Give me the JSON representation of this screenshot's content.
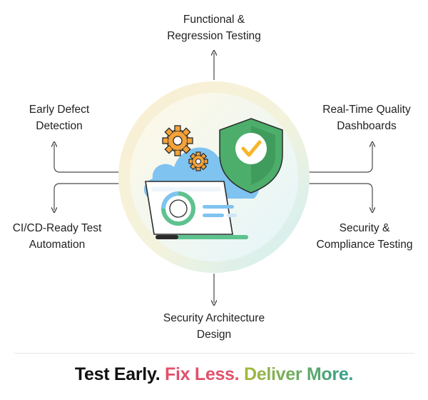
{
  "labels": {
    "top": "Functional &\nRegression Testing",
    "top_left": "Early Defect\nDetection",
    "top_right": "Real-Time Quality\nDashboards",
    "bottom_left": "CI/CD-Ready Test\nAutomation",
    "bottom_right": "Security &\nCompliance Testing",
    "bottom": "Security Architecture\nDesign"
  },
  "tagline": {
    "part1": "Test Early.",
    "part2": "Fix Less.",
    "part3": "Deliver More."
  },
  "colors": {
    "part1": "#111111",
    "part2": "#e2506a",
    "part3": "#a6b83a",
    "part4": "#2f9e8c",
    "arrow": "#4a4a4a",
    "shield": "#4cae6a",
    "check": "#f5b629",
    "gear": "#f3a23a",
    "cloud": "#7fc3f0"
  },
  "icons": [
    "gear-icon",
    "cloud-icon",
    "shield-check-icon",
    "laptop-icon"
  ]
}
